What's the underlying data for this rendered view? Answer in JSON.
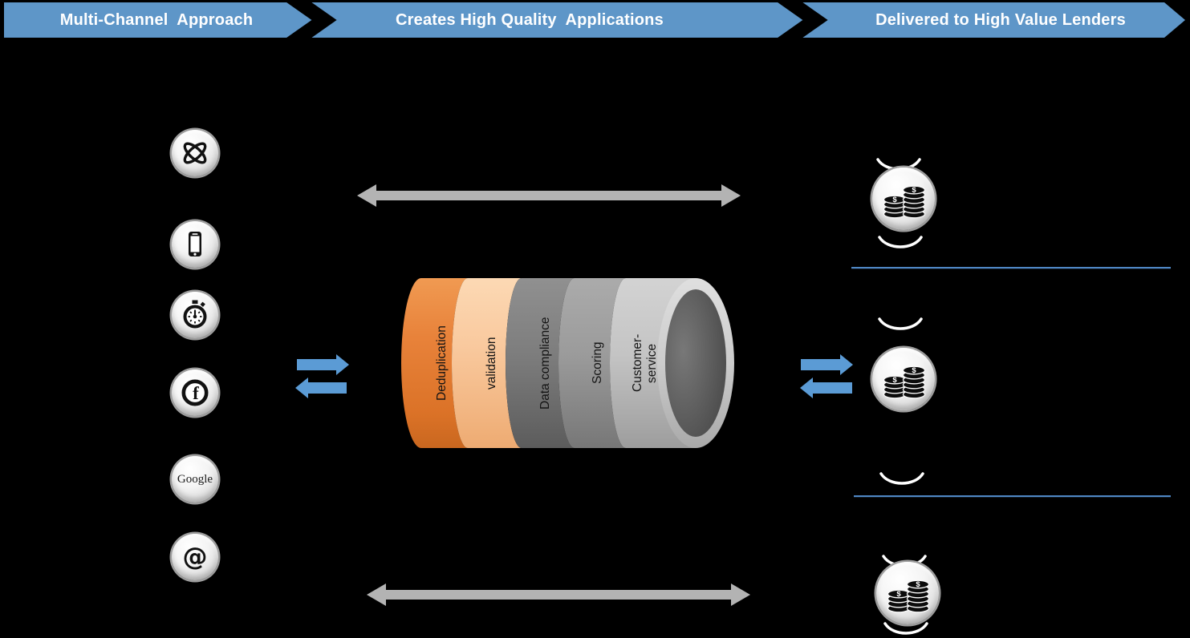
{
  "banners": [
    {
      "label": "Multi-Channel  Approach"
    },
    {
      "label": "Creates High Quality  Applications"
    },
    {
      "label": "Delivered to High Value Lenders"
    }
  ],
  "channels": {
    "items": [
      {
        "name": "science"
      },
      {
        "name": "mobile"
      },
      {
        "name": "speed"
      },
      {
        "name": "facebook",
        "glyph": "f"
      },
      {
        "name": "google",
        "glyph": "Google"
      },
      {
        "name": "email",
        "glyph": "@"
      }
    ]
  },
  "pipeline": {
    "segments": [
      {
        "label": "Deduplication",
        "color": "#e5812e"
      },
      {
        "label": "validation",
        "color": "#f9c99e"
      },
      {
        "label": "Data compliance",
        "color": "#7a7a7a"
      },
      {
        "label": "Scoring",
        "color": "#9b9b9b"
      },
      {
        "label": "Customer-service",
        "color": "#c2c2c2"
      }
    ]
  },
  "lenders": {
    "coin_symbol": "$",
    "items": [
      {
        "name": "lender-1"
      },
      {
        "name": "lender-2"
      },
      {
        "name": "lender-3"
      }
    ]
  },
  "colors": {
    "background": "#000000",
    "banner_blue": "#5e96c8",
    "arrow_blue": "#5b9bd5",
    "arrow_gray": "#b3b3b3",
    "separator_blue": "#4f87c4",
    "arc_white": "#ffffff"
  }
}
